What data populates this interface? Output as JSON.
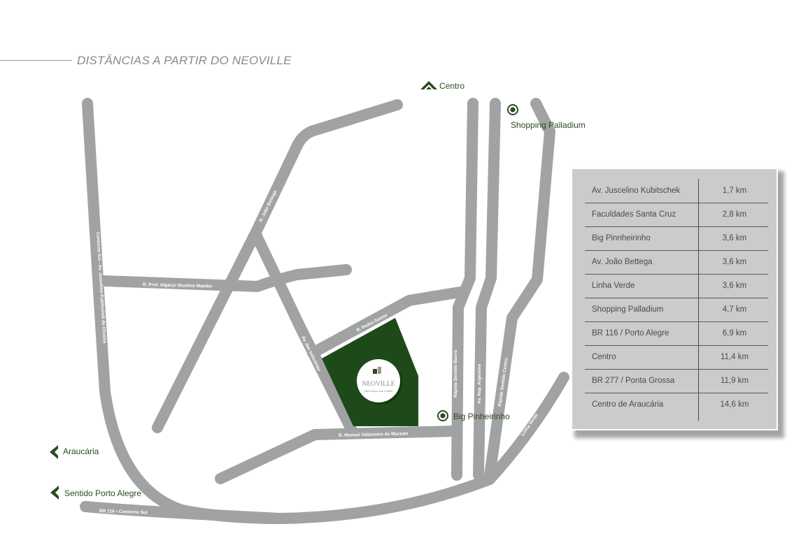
{
  "header": {
    "title": "DISTÂNCIAS A PARTIR DO NEOVILLE"
  },
  "map": {
    "roads": [
      "R. João Bettega",
      "Contorno Sul - Av. Juscelino Kubitschek de Oliveira",
      "R. Prof. Algacyr Munhoz Maeder",
      "Av. das Indústrias",
      "R. Pedro Gusso",
      "R. Manoel Valdomiro de Macedo",
      "Rápida Sentido Bairro",
      "Av. Rep. Argentina",
      "Rápida Sentido Centro",
      "Linha Verde",
      "BR 116 • Contorno Sul"
    ],
    "pois": {
      "centro": "Centro",
      "shopping": "Shopping Palladium",
      "big": "Big Pinheirinho",
      "araucaria": "Araucária",
      "porto_alegre": "Sentido Porto Alegre"
    },
    "logo": {
      "name": "NEOVILLE",
      "tagline": "Ótimo bairro para Curitiba"
    },
    "colors": {
      "road": "#a1a2a4",
      "lot": "#1e4a1a",
      "accent": "#2d4a22"
    }
  },
  "distances": [
    {
      "place": "Av. Juscelino Kubitschek",
      "distance": "1,7 km"
    },
    {
      "place": "Faculdades Santa Cruz",
      "distance": "2,8 km"
    },
    {
      "place": "Big Pinnheirinho",
      "distance": "3,6 km"
    },
    {
      "place": "Av. João Bettega",
      "distance": "3,6 km"
    },
    {
      "place": "Linha Verde",
      "distance": "3,6 km"
    },
    {
      "place": "Shopping Palladium",
      "distance": "4,7 km"
    },
    {
      "place": "BR 116 / Porto Alegre",
      "distance": "6,9 km"
    },
    {
      "place": "Centro",
      "distance": "11,4 km"
    },
    {
      "place": "BR 277 / Ponta Grossa",
      "distance": "11,9 km"
    },
    {
      "place": "Centro de Araucária",
      "distance": "14,6 km"
    }
  ]
}
